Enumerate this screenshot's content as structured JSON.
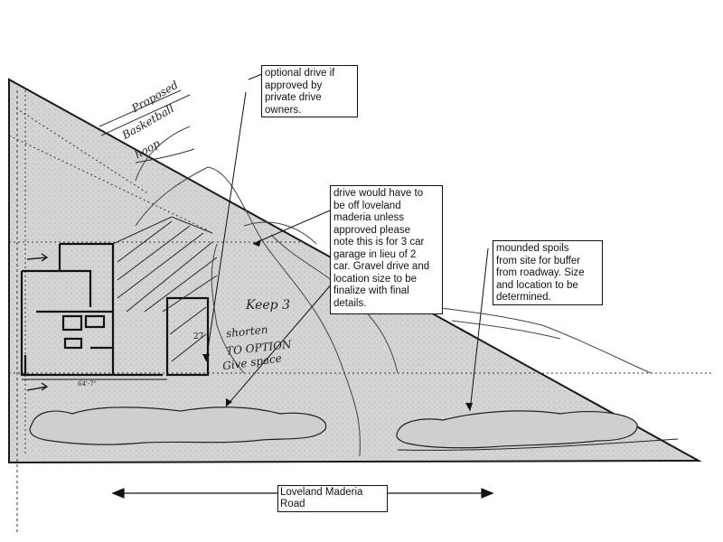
{
  "notes": {
    "optional_drive": "optional drive if\napproved by\nprivate drive\nowners.",
    "drive_loveland": "drive would have to\nbe off loveland\nmaderia unless\napproved please\nnote this is for 3 car\ngarage in lieu of 2\ncar.  Gravel drive and\nlocation size to be\nfinalize with final\ndetails.",
    "mounded_spoils": "mounded spoils\nfrom site for buffer\nfrom roadway.  Size\nand location to be\ndetermined."
  },
  "handwriting": {
    "proposed_1": "Proposed",
    "proposed_2": "Basketball",
    "proposed_3": "hoop",
    "keep": "Keep 3",
    "shorten": "shorten",
    "option": "TO OPTION",
    "give_space": "Give space",
    "dim_27": "27",
    "dim_64": "64'-7\""
  },
  "road": {
    "label": "Loveland Maderia\nRoad"
  },
  "colors": {
    "lot_fill": "#d3d3d3",
    "line": "#1a1a1a",
    "paper": "#ffffff"
  }
}
